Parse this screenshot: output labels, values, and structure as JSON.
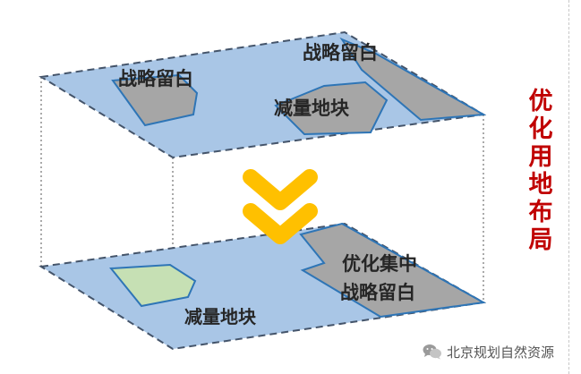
{
  "top_layer": {
    "labels": {
      "strategic_reserve_left": "战略留白",
      "strategic_reserve_right": "战略留白",
      "reduced_plot": "减量地块"
    }
  },
  "bottom_layer": {
    "labels": {
      "reduced_plot": "减量地块",
      "optimized_line1": "优化集中",
      "optimized_line2": "战略留白"
    }
  },
  "side_title": {
    "chars": [
      "优",
      "化",
      "用",
      "地",
      "布",
      "局"
    ]
  },
  "watermark": {
    "text": "北京规划自然资源"
  },
  "colors": {
    "plane_fill": "#a9c6e6",
    "plane_border": "#44546a",
    "plot_gray": "#a6a6a6",
    "plot_green": "#c6e0b4",
    "plot_stroke": "#2e75b6",
    "arrow": "#ffc000",
    "title_red": "#c00000"
  },
  "icons": {
    "down_arrows": "double-chevron-down-icon",
    "watermark": "wechat-icon"
  }
}
